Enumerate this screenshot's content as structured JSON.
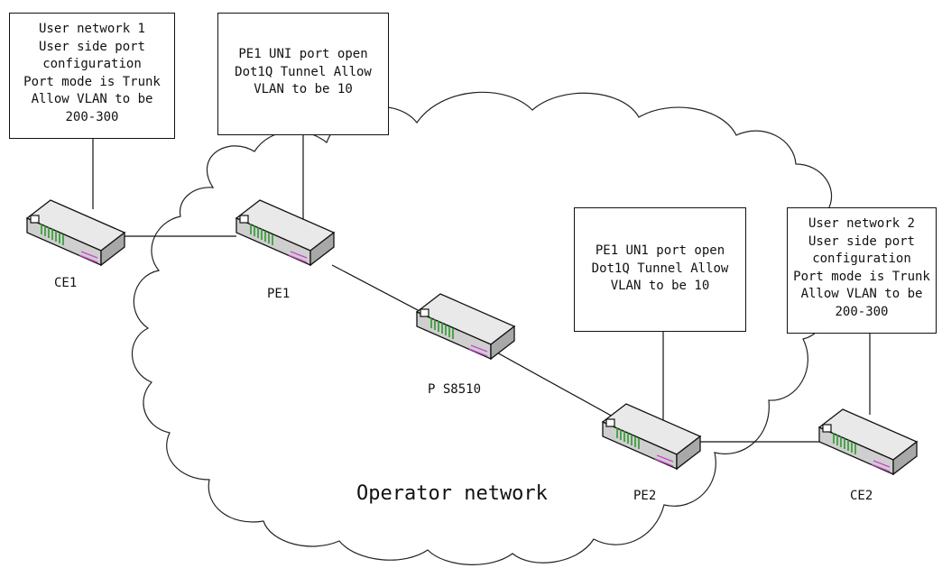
{
  "notes": {
    "user_network_1": [
      "User network 1",
      "User side port",
      "configuration",
      "Port mode is Trunk",
      "Allow VLAN to be",
      "200-300"
    ],
    "pe1_config": [
      "PE1 UNI port open",
      "Dot1Q Tunnel Allow",
      "VLAN to be 10"
    ],
    "pe2_config": [
      "PE1 UN1 port open",
      "Dot1Q Tunnel Allow",
      "VLAN to be 10"
    ],
    "user_network_2": [
      "User network 2",
      "User side port",
      "configuration",
      "Port mode is Trunk",
      "Allow VLAN to be",
      "200-300"
    ]
  },
  "devices": {
    "ce1": "CE1",
    "pe1": "PE1",
    "p": "P S8510",
    "pe2": "PE2",
    "ce2": "CE2"
  },
  "cloud_label": "Operator network",
  "icons": {
    "device": "network-switch-icon"
  }
}
